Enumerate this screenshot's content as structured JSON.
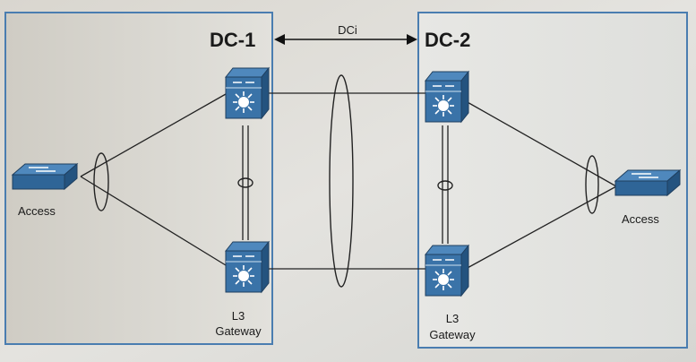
{
  "dc1": {
    "title": "DC-1"
  },
  "dc2": {
    "title": "DC-2"
  },
  "dci": {
    "label": "DCi"
  },
  "access_left": {
    "label": "Access"
  },
  "access_right": {
    "label": "Access"
  },
  "gateway_left": {
    "line1": "L3",
    "line2": "Gateway"
  },
  "gateway_right": {
    "line1": "L3",
    "line2": "Gateway"
  },
  "colors": {
    "switch_top": "#2f5f8f",
    "switch_face": "#3d78ad",
    "stroke": "#2a2a2a",
    "box_border": "#4a7db0"
  },
  "icons": {
    "core_switch": "multilayer-switch-icon",
    "access_switch": "workgroup-switch-icon"
  }
}
